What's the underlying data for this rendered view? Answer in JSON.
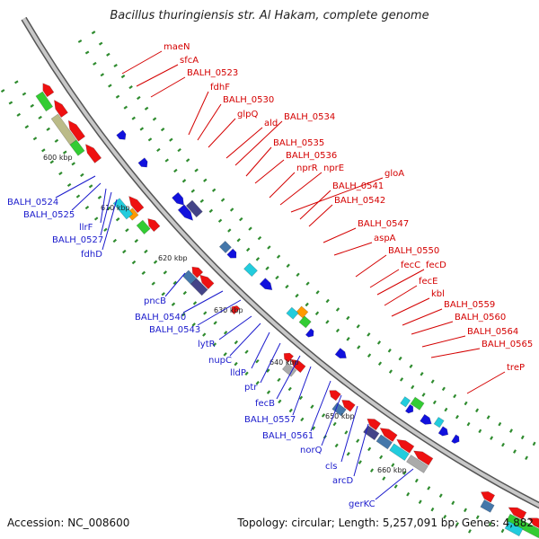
{
  "title": "Bacillus thuringiensis str. Al Hakam, complete genome",
  "accession_label": "Accession: NC_008600",
  "topology_label": "Topology: circular; Length: 5,257,091 bp; Genes: 4,882",
  "colors": {
    "backbone": "#888888",
    "ticks": "#2e8b2e",
    "forward_label": "#d40000",
    "reverse_label": "#1a1acc",
    "forward_gene": "#ee1111",
    "reverse_gene": "#1111dd",
    "cyan_feature": "#22ccdd",
    "green_feature": "#33cc33",
    "orange_feature": "#ff9900",
    "steel_feature": "#4477aa",
    "navy_feature": "#444488",
    "gray_feature": "#aaaaaa",
    "khaki_feature": "#bbbb88"
  },
  "scale_labels": [
    "600 kbp",
    "610 kbp",
    "620 kbp",
    "630 kbp",
    "640 kbp",
    "650 kbp",
    "660 kbp"
  ],
  "forward_genes": [
    "maeN",
    "sfcA",
    "BALH_0523",
    "fdhF",
    "BALH_0530",
    "glpQ",
    "ald",
    "BALH_0534",
    "BALH_0535",
    "BALH_0536",
    "nprR",
    "nprE",
    "gloA",
    "BALH_0541",
    "BALH_0542",
    "BALH_0547",
    "aspA",
    "BALH_0550",
    "fecC",
    "fecD",
    "fecE",
    "kbl",
    "BALH_0559",
    "BALH_0560",
    "BALH_0564",
    "BALH_0565",
    "treP"
  ],
  "reverse_genes": [
    "BALH_0524",
    "BALH_0525",
    "llrF",
    "BALH_0527",
    "fdhD",
    "pncB",
    "BALH_0540",
    "BALH_0543",
    "lytR",
    "nupC",
    "lldP",
    "ptr",
    "fecB",
    "BALH_0557",
    "BALH_0561",
    "norQ",
    "cls",
    "arcD",
    "gerKC"
  ]
}
